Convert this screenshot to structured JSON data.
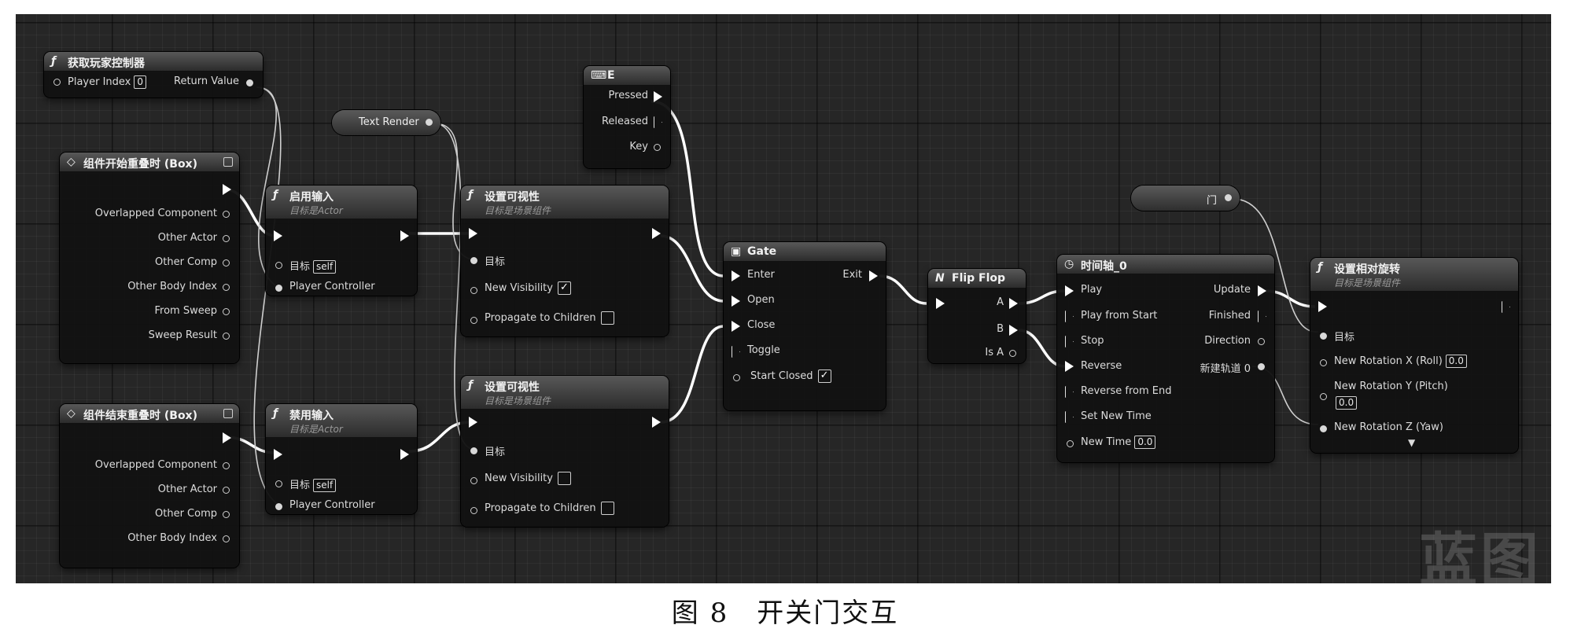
{
  "caption": "图 8　开关门交互",
  "watermark": "蓝图",
  "nodes": {
    "get_controller": {
      "title": "获取玩家控制器",
      "in_pin": "Player Index",
      "in_value": "0",
      "out_pin": "Return Value"
    },
    "text_render": {
      "label": "Text Render"
    },
    "key_e": {
      "title": "E",
      "pressed": "Pressed",
      "released": "Released",
      "key": "Key"
    },
    "begin_overlap": {
      "title": "组件开始重叠时 (Box)",
      "pins": [
        "Overlapped Component",
        "Other Actor",
        "Other Comp",
        "Other Body Index",
        "From Sweep",
        "Sweep Result"
      ]
    },
    "end_overlap": {
      "title": "组件结束重叠时 (Box)",
      "pins": [
        "Overlapped Component",
        "Other Actor",
        "Other Comp",
        "Other Body Index"
      ]
    },
    "enable_input": {
      "title": "启用输入",
      "subtitle": "目标是Actor",
      "target": "目标",
      "target_value": "self",
      "controller": "Player Controller"
    },
    "disable_input": {
      "title": "禁用输入",
      "subtitle": "目标是Actor",
      "target": "目标",
      "target_value": "self",
      "controller": "Player Controller"
    },
    "set_visibility_1": {
      "title": "设置可视性",
      "subtitle": "目标是场景组件",
      "target": "目标",
      "visibility": "New Visibility",
      "visibility_checked": "✓",
      "propagate": "Propagate to Children"
    },
    "set_visibility_2": {
      "title": "设置可视性",
      "subtitle": "目标是场景组件",
      "target": "目标",
      "visibility": "New Visibility",
      "propagate": "Propagate to Children"
    },
    "gate": {
      "title": "Gate",
      "enter": "Enter",
      "open": "Open",
      "close": "Close",
      "toggle": "Toggle",
      "start_closed": "Start Closed",
      "start_closed_checked": "✓",
      "exit": "Exit"
    },
    "flip_flop": {
      "title": "Flip Flop",
      "a": "A",
      "b": "B",
      "is_a": "Is A"
    },
    "timeline": {
      "title": "时间轴_0",
      "play": "Play",
      "play_from_start": "Play from Start",
      "stop": "Stop",
      "reverse": "Reverse",
      "reverse_from_end": "Reverse from End",
      "set_new_time": "Set New Time",
      "new_time": "New Time",
      "new_time_value": "0.0",
      "update": "Update",
      "finished": "Finished",
      "direction": "Direction",
      "new_track": "新建轨道 0"
    },
    "door": {
      "label": "门"
    },
    "set_rotation": {
      "title": "设置相对旋转",
      "subtitle": "目标是场景组件",
      "target": "目标",
      "rot_x": "New Rotation X (Roll)",
      "rot_x_value": "0.0",
      "rot_y": "New Rotation Y (Pitch)",
      "rot_y_value": "0.0",
      "rot_z": "New Rotation Z (Yaw)",
      "expand": "▼"
    }
  },
  "icons": {
    "function": "ƒ",
    "event": "◇",
    "gate": "▣",
    "flipflop": "N",
    "timeline": "◷",
    "key": "⌨"
  },
  "colors": {
    "canvas": "#262626",
    "wire": "#ffffff",
    "node_body": "#121212",
    "caption": "#111111"
  }
}
